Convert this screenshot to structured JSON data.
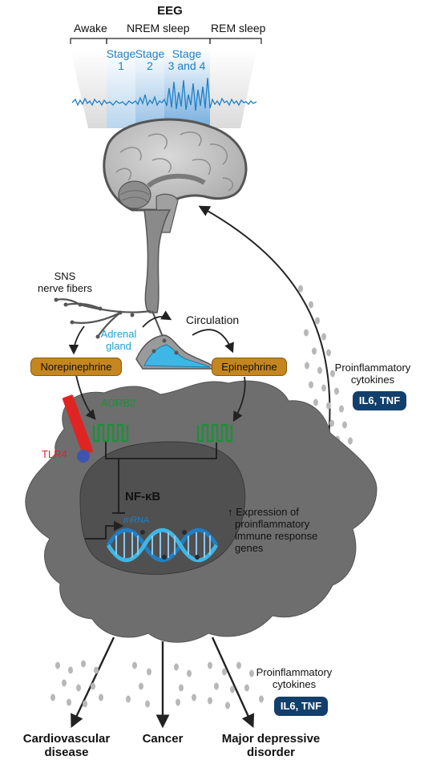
{
  "eeg": {
    "title": "EEG",
    "phase_awake": "Awake",
    "phase_nrem": "NREM sleep",
    "phase_rem": "REM sleep",
    "stage1_line1": "Stage",
    "stage1_line2": "1",
    "stage2_line1": "Stage",
    "stage2_line2": "2",
    "stage34_line1": "Stage",
    "stage34_line2": "3 and 4"
  },
  "nervous": {
    "sns_line1": "SNS",
    "sns_line2": "nerve fibers",
    "adrenal_line1": "Adrenal",
    "adrenal_line2": "gland",
    "circulation": "Circulation"
  },
  "hormones": {
    "norepinephrine": "Norepinephrine",
    "epinephrine": "Epinephrine"
  },
  "cell": {
    "adrb2": "ADRB2",
    "tlr4": "TLR4",
    "nfkb": "NF-κB",
    "mrna": "mRNA",
    "expression_line1": "↑ Expression of",
    "expression_line2": "proinflammatory",
    "expression_line3": "immune response",
    "expression_line4": "genes"
  },
  "cytokines": {
    "upper_line1": "Proinflammatory",
    "upper_line2": "cytokines",
    "upper_badge": "IL6, TNF",
    "lower_line1": "Proinflammatory",
    "lower_line2": "cytokines",
    "lower_badge": "IL6, TNF"
  },
  "outcomes": {
    "cardio_line1": "Cardiovascular",
    "cardio_line2": "disease",
    "cancer": "Cancer",
    "mdd_line1": "Major depressive",
    "mdd_line2": "disorder"
  },
  "colors": {
    "eeg_blue": "#1f7fc4",
    "hormone_fill": "#c5861f",
    "cell_gray": "#6e6e6e",
    "nucleus_gray": "#505050",
    "receptor_green": "#1e8f3a",
    "tlr4_red": "#e02424",
    "badge_navy": "#123f6b",
    "adrenal_cyan": "#3fb7e6"
  }
}
